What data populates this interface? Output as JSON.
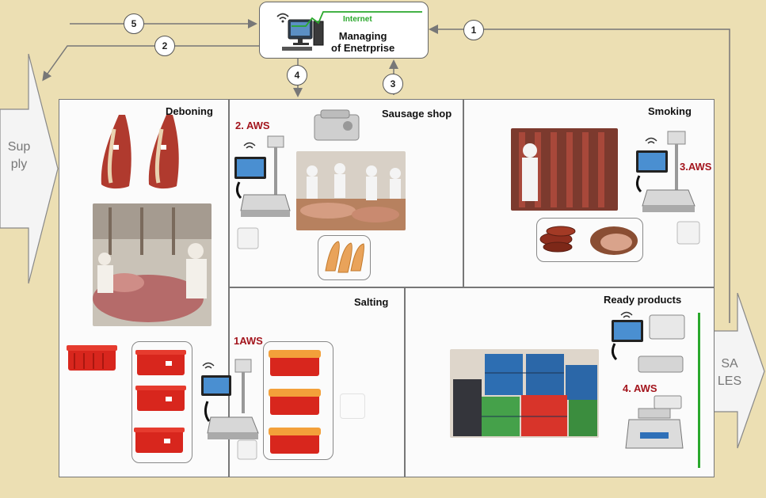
{
  "manager": {
    "title_line1": "Managing",
    "title_line2": "of Enetrprise",
    "internet": "Internet"
  },
  "flows": {
    "f1": "1",
    "f2": "2",
    "f3": "3",
    "f4": "4",
    "f5": "5"
  },
  "supply": {
    "line1": "Sup",
    "line2": "ply"
  },
  "sales": {
    "line1": "SA",
    "line2": "LES"
  },
  "zones": {
    "deboning": "Deboning",
    "sausage": "Sausage shop",
    "smoking": "Smoking",
    "salting": "Salting",
    "ready": "Ready products"
  },
  "aws": {
    "aws1": "1AWS",
    "aws2": "2. AWS",
    "aws3": "3.AWS",
    "aws4": "4. AWS"
  },
  "colors": {
    "background": "#ecdfb3",
    "arrow_yellow": "#f2c318",
    "aws_red": "#a3151d",
    "crate_red": "#d8261d",
    "internet_green": "#2aa82c"
  }
}
